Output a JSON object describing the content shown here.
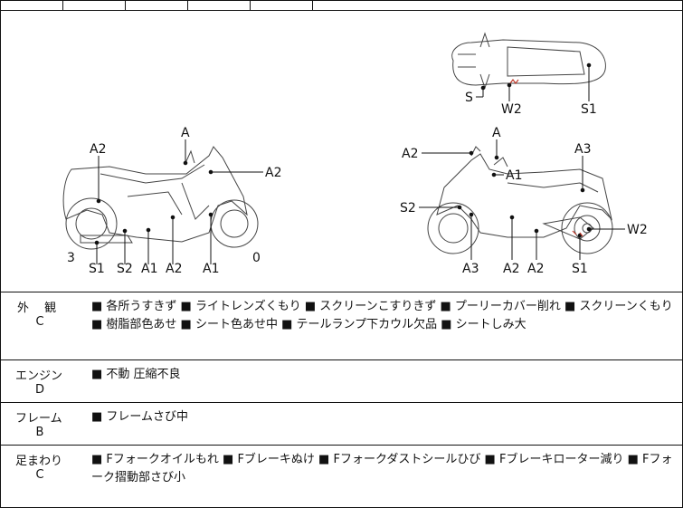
{
  "labels": {
    "top_A": "A",
    "left_A2_top": "A2",
    "left_A2_right": "A2",
    "left_S1": "S1",
    "left_S2": "S2",
    "left_A1": "A1",
    "left_A2_bottom": "A2",
    "left_A1_bottom": "A1",
    "left_3": "3",
    "left_0": "0",
    "right_A": "A",
    "right_A2": "A2",
    "right_A1": "A1",
    "right_A3_top": "A3",
    "right_S2": "S2",
    "right_W2": "W2",
    "right_A3_bottom": "A3",
    "right_A2_b1": "A2",
    "right_A2_b2": "A2",
    "right_S1": "S1",
    "top_view_S": "S",
    "top_view_W2": "W2",
    "top_view_S1": "S1"
  },
  "rows": [
    {
      "title": "外　 観",
      "grade": "C",
      "text": "■ 各所うすきず ■ ライトレンズくもり ■ スクリーンこすりきず ■ プーリーカバー削れ ■ スクリーンくもり ■ 樹脂部色あせ ■ シート色あせ中 ■ テールランプ下カウル欠品 ■ シートしみ大"
    },
    {
      "title": "エンジン",
      "grade": "D",
      "text": "■ 不動 圧縮不良"
    },
    {
      "title": "フレーム",
      "grade": "B",
      "text": "■ フレームさび中"
    },
    {
      "title": "足まわり",
      "grade": "C",
      "text": "■ Fフォークオイルもれ ■ Fブレーキぬけ ■ Fフォークダストシールひび ■ Fブレーキローター減り ■ Fフォーク摺動部さび小"
    }
  ]
}
